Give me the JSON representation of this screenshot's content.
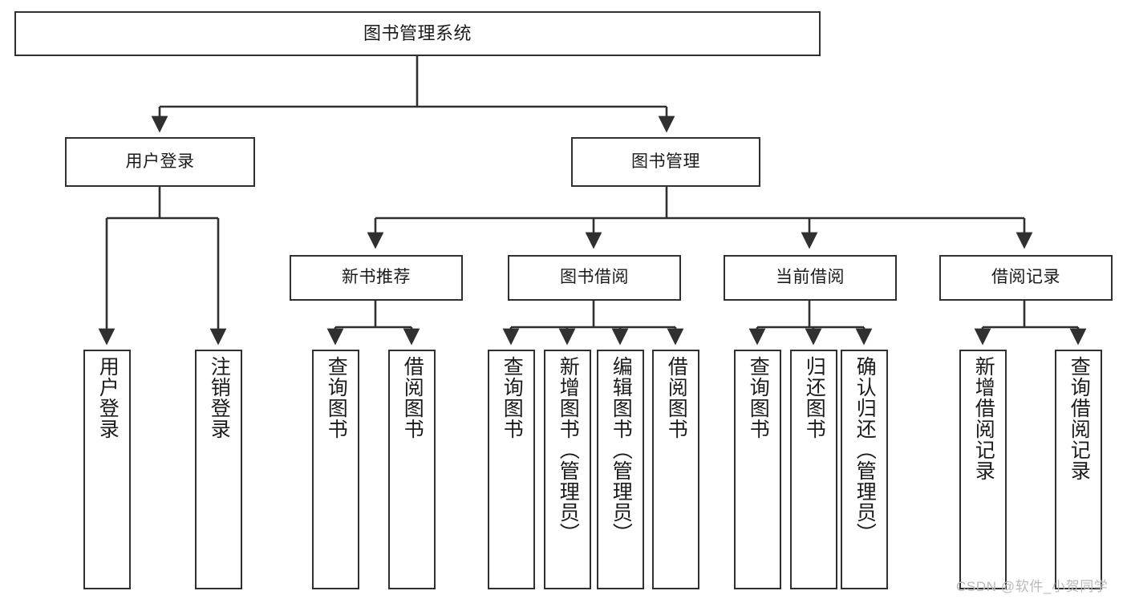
{
  "diagram": {
    "title": "图书管理系统",
    "type": "tree-hierarchy",
    "watermark": "CSDN @软件_小贺同学",
    "colors": {
      "stroke": "#303030",
      "text": "#1b1b1b",
      "background": "#ffffff",
      "watermark": "#b9b9b9"
    },
    "nodes": {
      "root": {
        "label": "图书管理系统"
      },
      "level2": [
        {
          "id": "user-login",
          "label": "用户登录"
        },
        {
          "id": "book-management",
          "label": "图书管理"
        }
      ],
      "level3": [
        {
          "id": "new-book-recommend",
          "label": "新书推荐"
        },
        {
          "id": "book-borrow",
          "label": "图书借阅"
        },
        {
          "id": "current-borrow",
          "label": "当前借阅"
        },
        {
          "id": "borrow-record",
          "label": "借阅记录"
        }
      ],
      "leaves": {
        "user_login": [
          {
            "id": "leaf-user-login",
            "label": "用户登录"
          },
          {
            "id": "leaf-logout-login",
            "label": "注销登录"
          }
        ],
        "new_book_recommend": [
          {
            "id": "leaf-query-book-1",
            "label": "查询图书"
          },
          {
            "id": "leaf-borrow-book-1",
            "label": "借阅图书"
          }
        ],
        "book_borrow": [
          {
            "id": "leaf-query-book-2",
            "label": "查询图书"
          },
          {
            "id": "leaf-add-book",
            "label": "新增图书（管理员）"
          },
          {
            "id": "leaf-edit-book",
            "label": "编辑图书（管理员）"
          },
          {
            "id": "leaf-borrow-book-2",
            "label": "借阅图书"
          }
        ],
        "current_borrow": [
          {
            "id": "leaf-query-book-3",
            "label": "查询图书"
          },
          {
            "id": "leaf-return-book",
            "label": "归还图书"
          },
          {
            "id": "leaf-confirm-return",
            "label": "确认归还（管理员）"
          }
        ],
        "borrow_record": [
          {
            "id": "leaf-add-record",
            "label": "新增借阅记录"
          },
          {
            "id": "leaf-query-record",
            "label": "查询借阅记录"
          }
        ]
      }
    }
  }
}
